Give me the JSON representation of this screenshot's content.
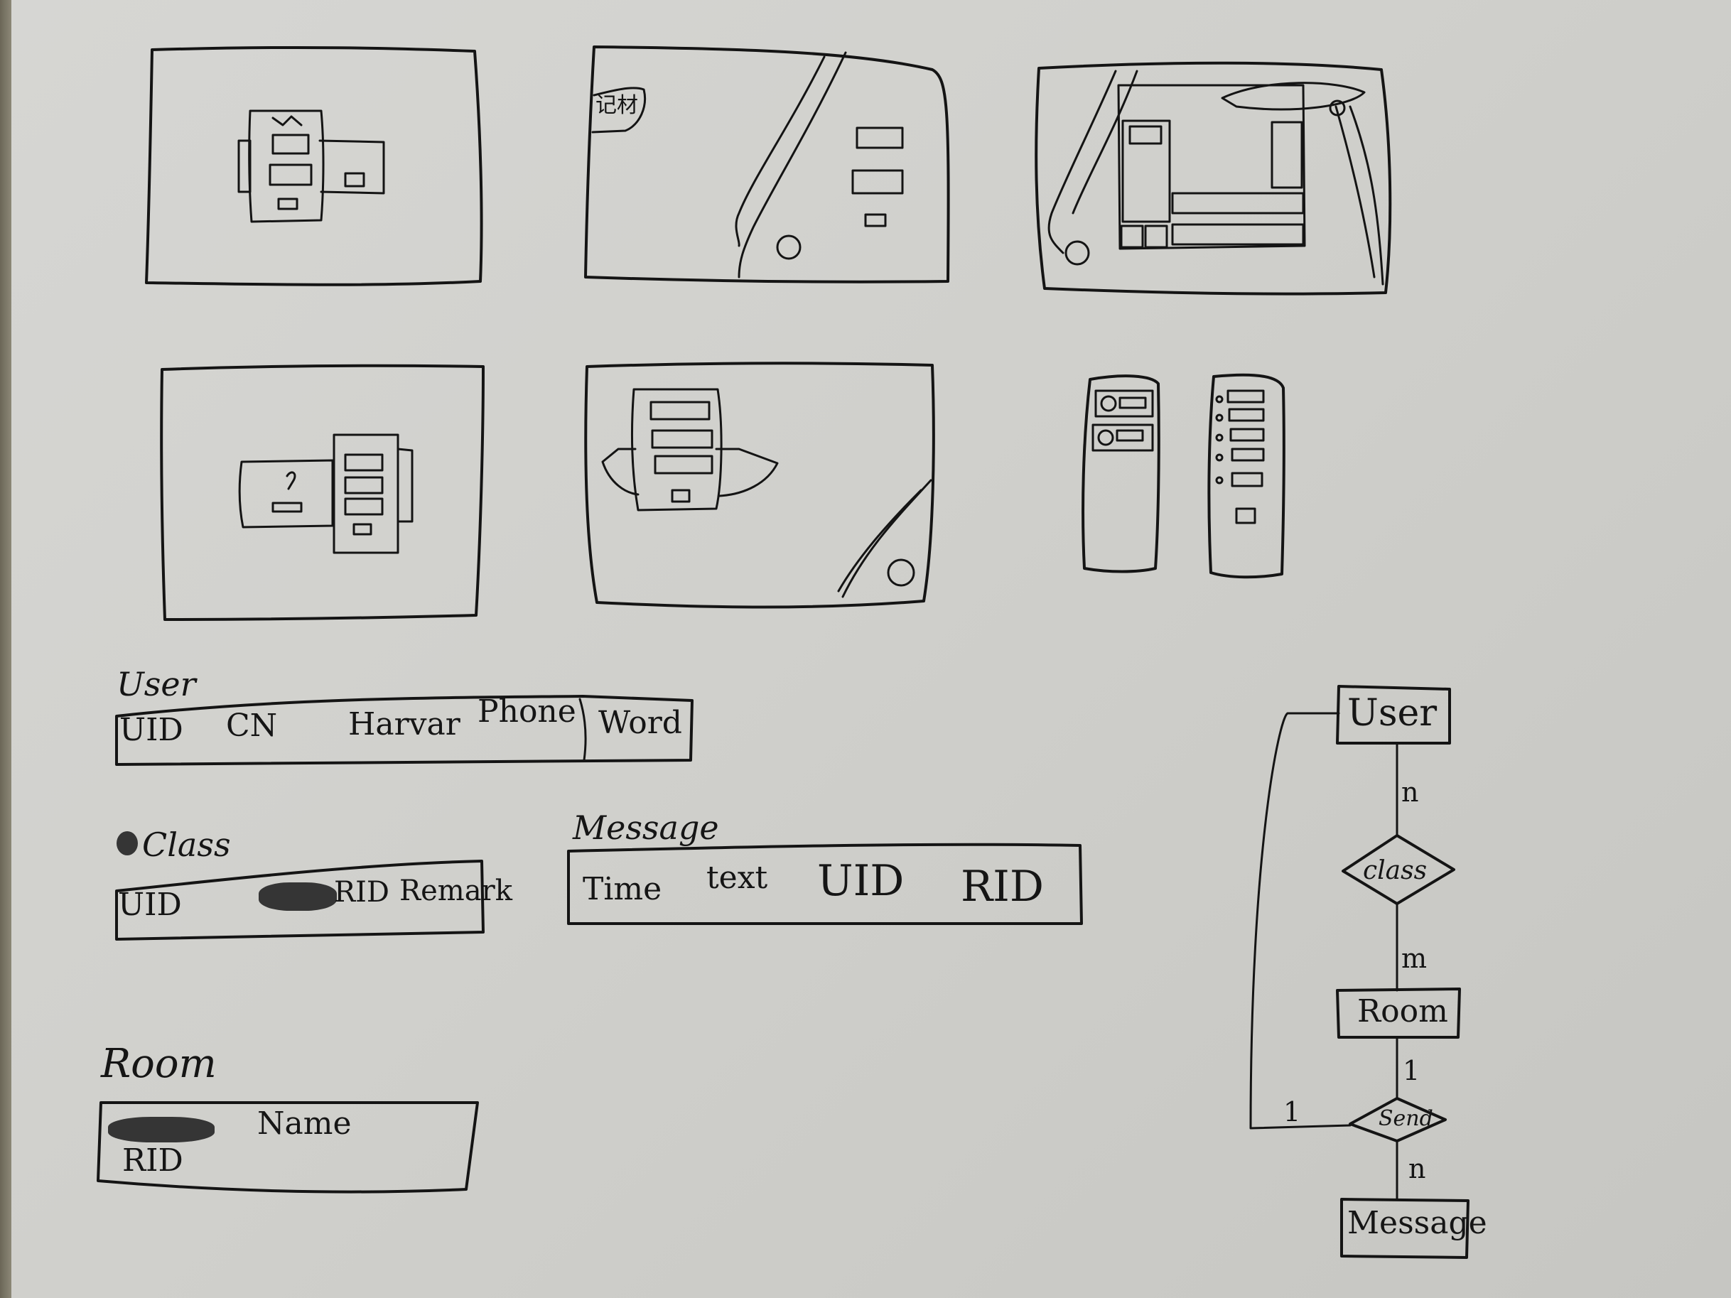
{
  "tables": [
    {
      "title": "User",
      "columns": [
        "UID",
        "CN",
        "Harvar",
        "Phone",
        "Word"
      ]
    },
    {
      "title": "Class",
      "columns": [
        "UID",
        "RID",
        "Remark"
      ]
    },
    {
      "title": "Message",
      "columns": [
        "Time",
        "text",
        "UID",
        "RID"
      ]
    },
    {
      "title": "Room",
      "columns": [
        "Name",
        "RID"
      ]
    }
  ],
  "er_diagram": {
    "entities": [
      "User",
      "Room",
      "Message"
    ],
    "relationships": [
      "class",
      "Send"
    ],
    "cardinalities": {
      "user_class": "n",
      "class_room": "m",
      "room_send": "1",
      "user_send": "1",
      "send_message": "n"
    }
  },
  "sketch_label": "记材"
}
